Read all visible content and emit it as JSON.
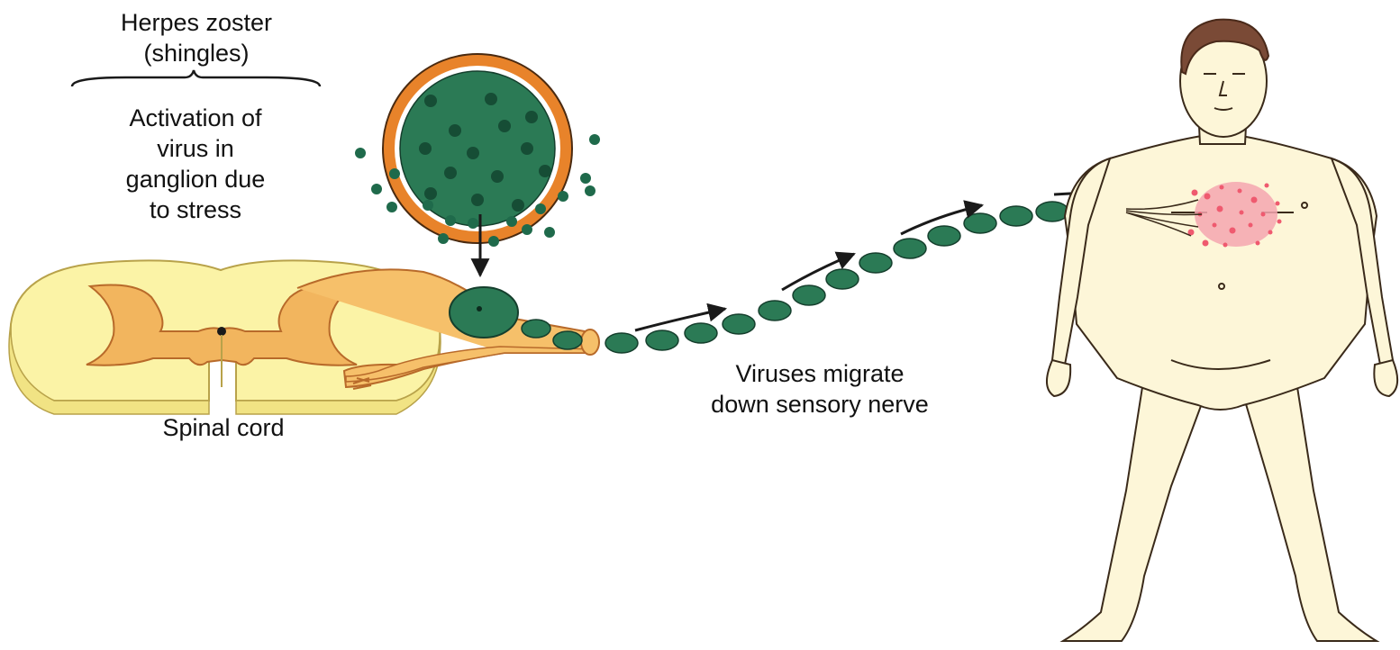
{
  "title": [
    "Herpes zoster",
    "(shingles)"
  ],
  "activation_label": [
    "Activation of",
    "virus in",
    "ganglion due",
    "to stress"
  ],
  "spinal_cord_label": "Spinal cord",
  "migration_label": [
    "Viruses migrate",
    "down sensory nerve"
  ],
  "colors": {
    "cord_outer": "#fbf3a6",
    "cord_inner": "#f2b55e",
    "nerve": "#f6c06a",
    "virus": "#1f6a4b",
    "virus_fill": "#2b7a55",
    "capsid_ring": "#e8832a",
    "skin": "#fdf6d8",
    "rash": "#ef5a6f",
    "hair": "#7a4a36",
    "ink": "#1a1a1a"
  },
  "icons": [
    "virus-particle-icon",
    "spinal-cord-cross-section",
    "human-figure",
    "shingles-rash"
  ]
}
